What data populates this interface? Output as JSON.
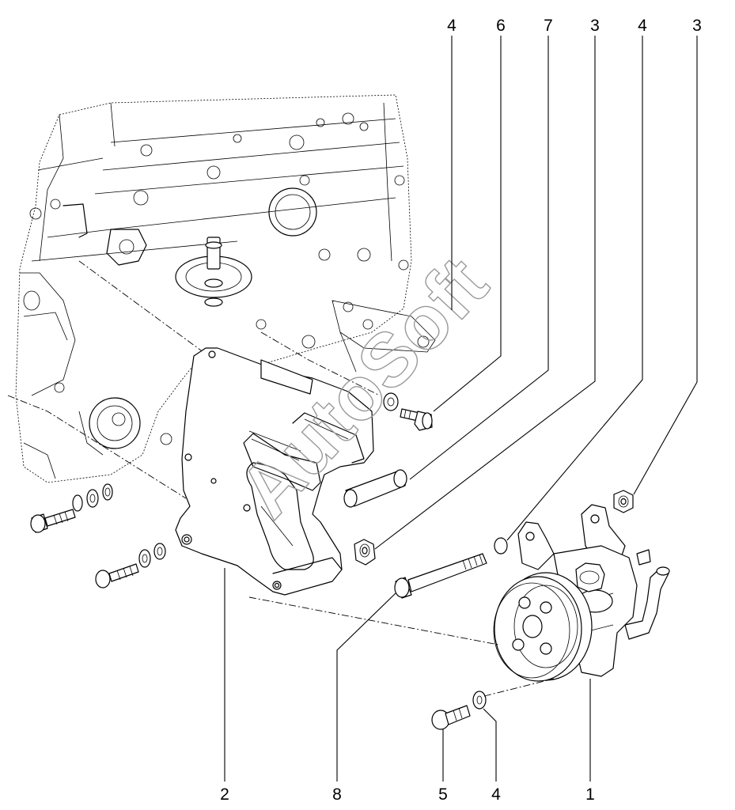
{
  "watermark": "AutoSoft",
  "callouts_top": [
    "4",
    "6",
    "7",
    "3",
    "4",
    "3"
  ],
  "callouts_bottom": [
    "2",
    "8",
    "5",
    "4",
    "1"
  ]
}
